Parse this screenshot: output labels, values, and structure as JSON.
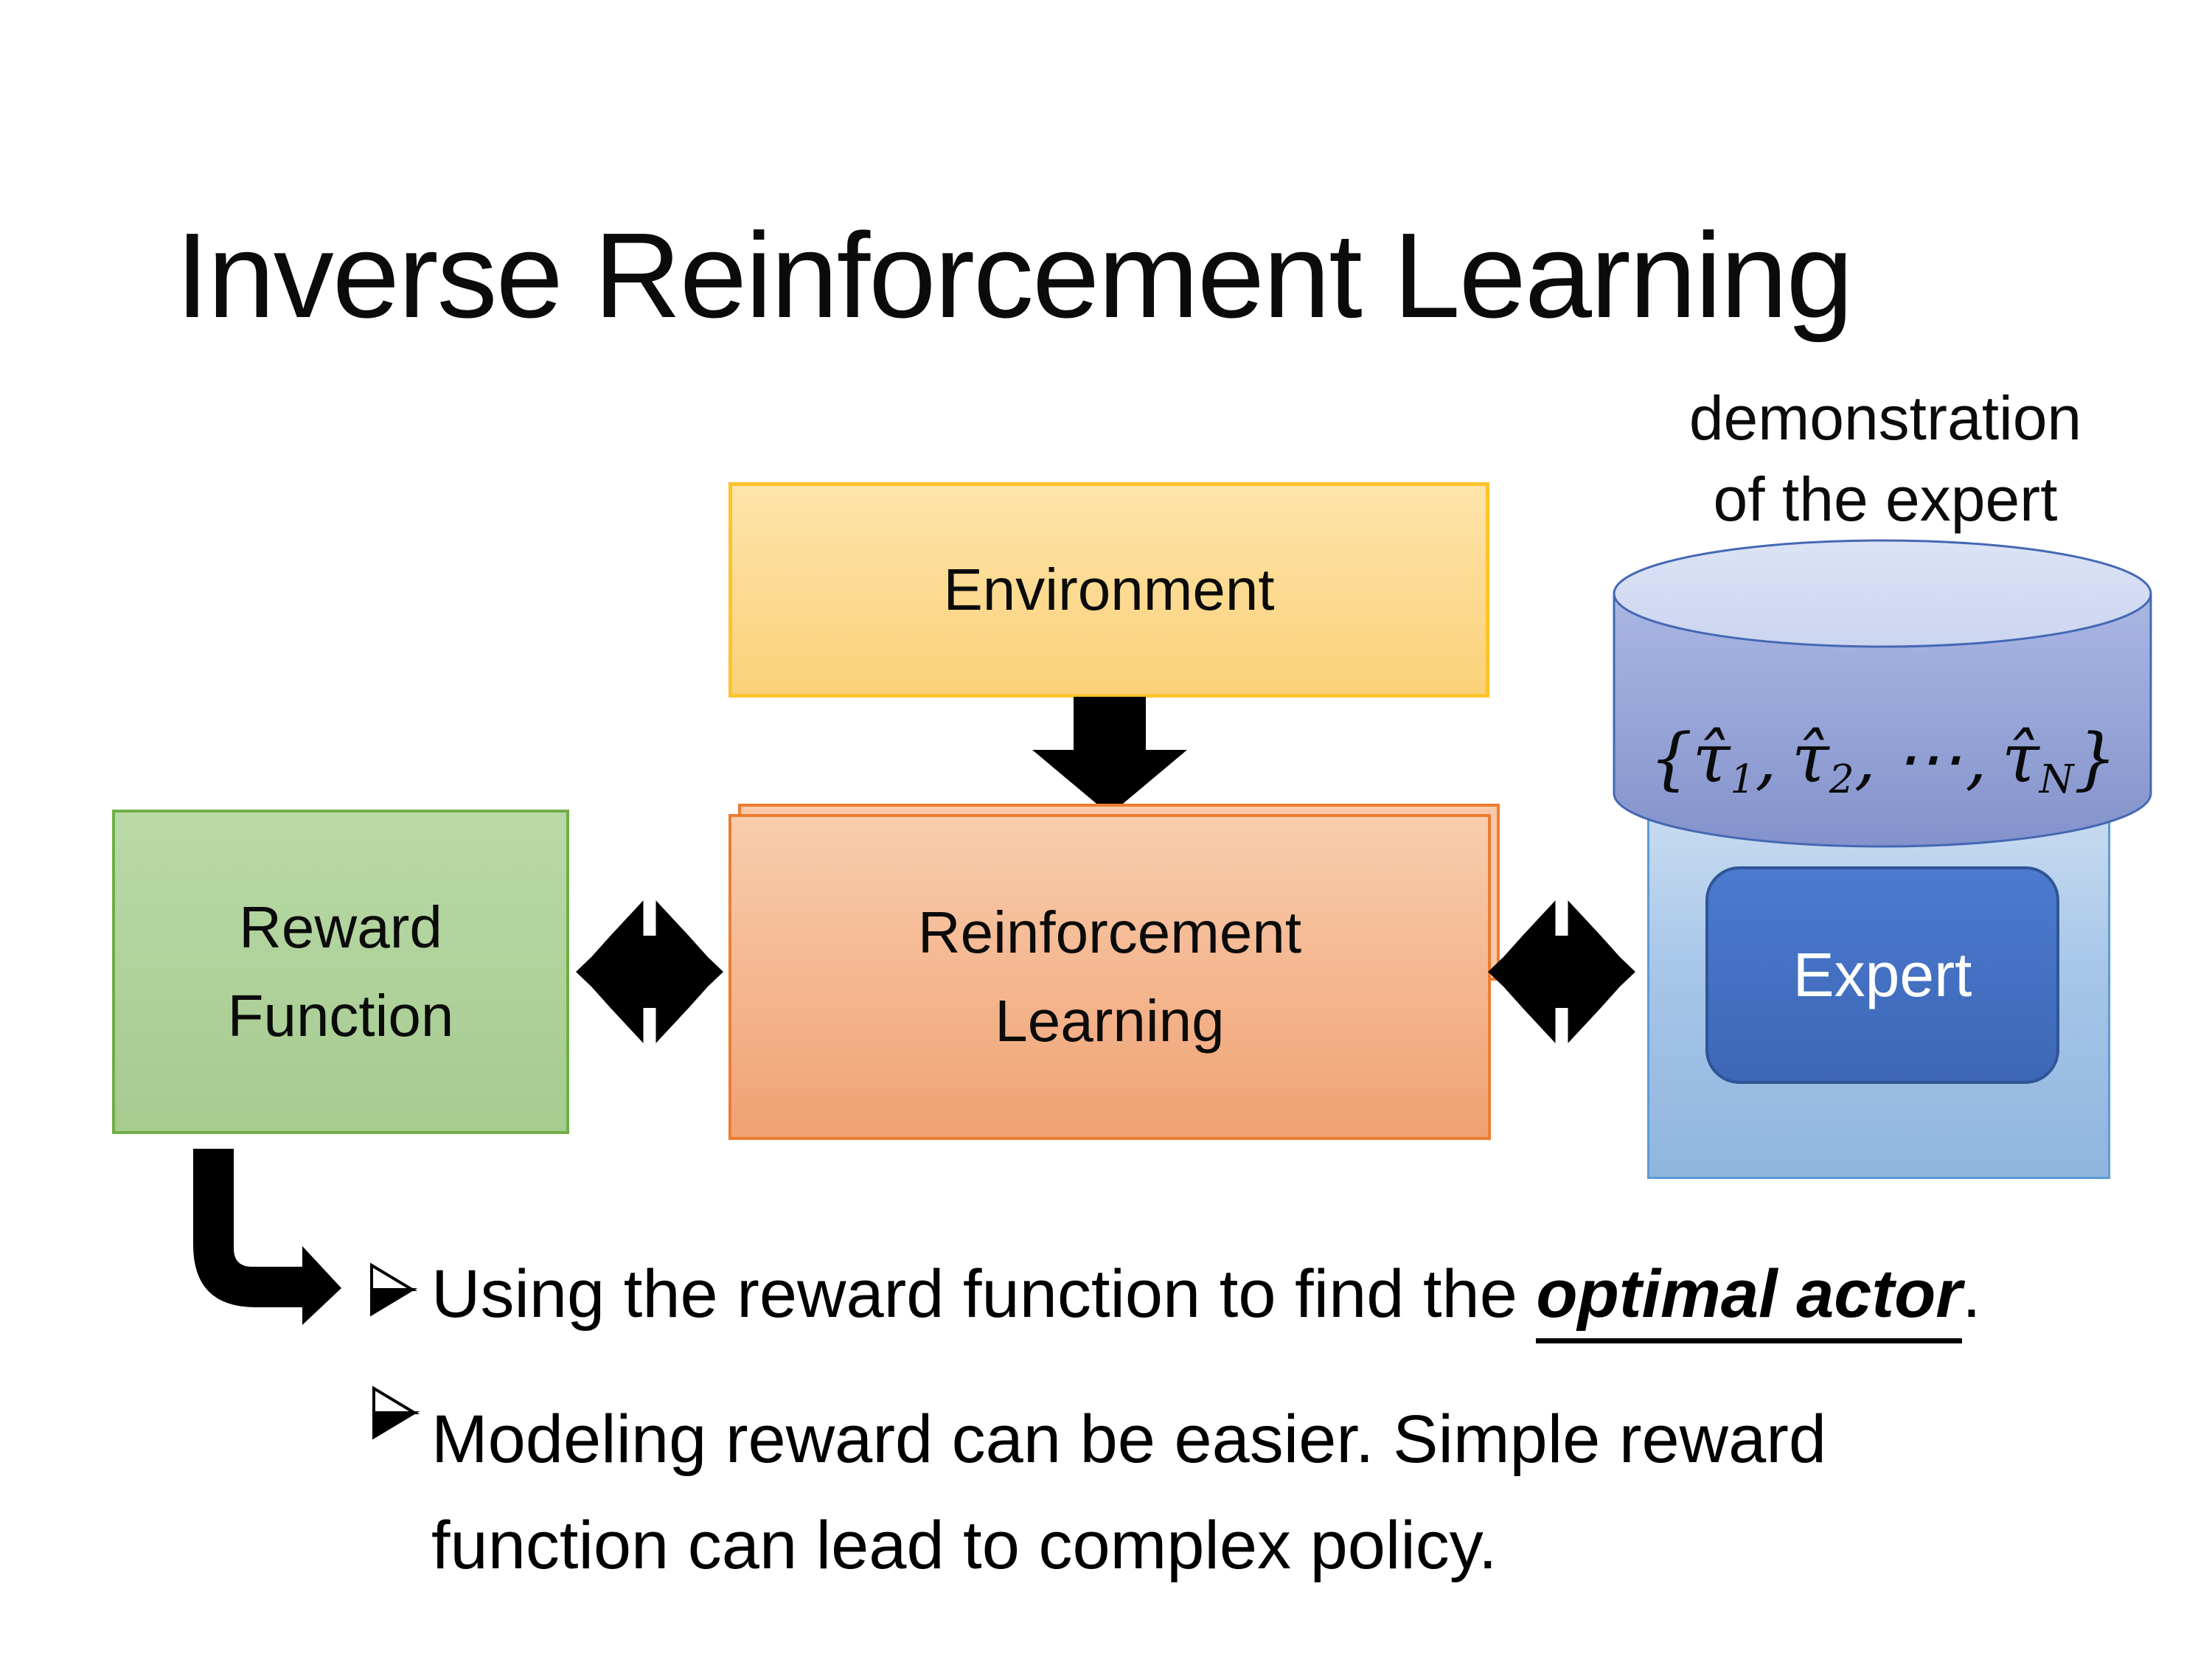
{
  "title": "Inverse Reinforcement Learning",
  "diagram": {
    "environment": {
      "label": "Environment"
    },
    "reward_function": {
      "line1": "Reward",
      "line2": "Function"
    },
    "reinforcement_learning": {
      "line1": "Reinforcement",
      "line2": "Learning"
    },
    "expert": {
      "label": "Expert"
    },
    "demonstration": {
      "line1": "demonstration",
      "line2": "of the expert"
    },
    "trajectory_set": {
      "open": "{",
      "tau1": "τ̂",
      "sub1": "1",
      "sep1": ",",
      "tau2": "τ̂",
      "sub2": "2",
      "sep2": ",",
      "dots": "⋯",
      "sep3": ",",
      "tauN": "τ̂",
      "subN": "N",
      "close": "}"
    }
  },
  "bullets": {
    "item1": {
      "prefix": "Using the reward function to find the ",
      "emphasis": "optimal actor",
      "suffix": "."
    },
    "item2": {
      "line1": "Modeling reward can be easier. Simple reward",
      "line2": "function can lead to complex policy."
    }
  },
  "icons": {
    "down_arrow": "block-arrow-down",
    "double_arrow": "double-headed-arrow-cluster",
    "bent_arrow": "elbow-bent-arrow-right",
    "bullet": "three-d-arrowhead-bullet",
    "cylinder": "database-cylinder"
  },
  "colors": {
    "environment_fill": "#FBD179",
    "environment_border": "#FDC32C",
    "reward_fill": "#AFD29C",
    "reward_border": "#70AD47",
    "rl_fill": "#F4B78F",
    "rl_border": "#ED7D31",
    "expert_container_fill": "#A7C6E8",
    "expert_container_border": "#5B9BD5",
    "expert_fill": "#4472C4",
    "expert_border": "#2F5597",
    "cylinder_body": "#93A2D5",
    "cylinder_top": "#D6DEF3",
    "cylinder_border": "#4468B4",
    "arrow_fill": "#000000",
    "text": "#0B0B0B",
    "background": "#FFFFFF"
  }
}
